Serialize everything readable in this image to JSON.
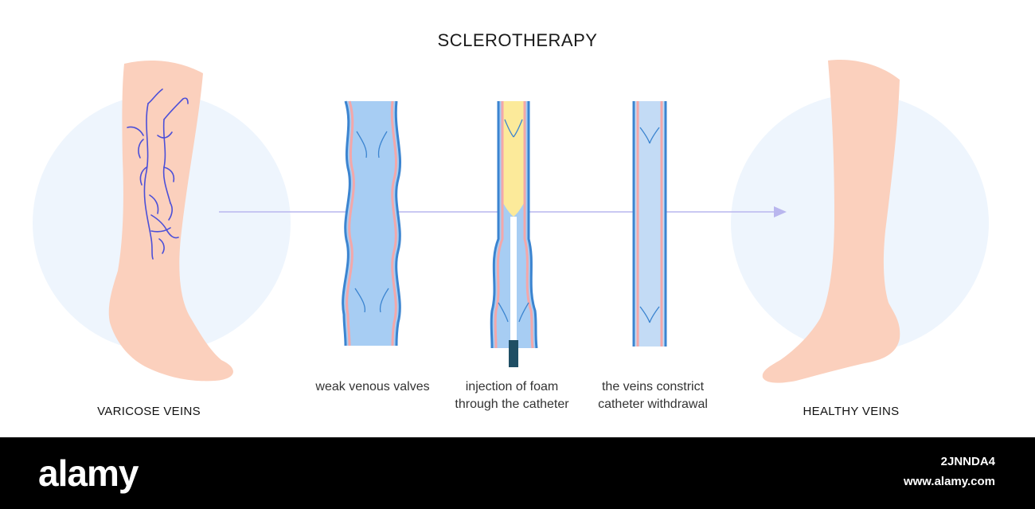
{
  "title": "SCLEROTHERAPY",
  "left_label": "VARICOSE VEINS",
  "right_label": "HEALTHY VEINS",
  "stages": [
    {
      "line1": "weak venous valves",
      "line2": ""
    },
    {
      "line1": "injection of foam",
      "line2": "through the catheter"
    },
    {
      "line1": "the veins constrict",
      "line2": "catheter withdrawal"
    }
  ],
  "footer": {
    "logo": "alamy",
    "image_id": "2JNNDA4",
    "url": "www.alamy.com"
  },
  "colors": {
    "skin": "#fbd0bd",
    "halo": "#eef5fd",
    "vein_fill": "#a7cdf3",
    "vein_outline": "#3b84d0",
    "vein_wall": "#f3a7a9",
    "foam": "#fcea9a",
    "catheter_tip": "#1f4e64",
    "varicose": "#4b4fd8",
    "arrow": "#b9b6ee"
  }
}
